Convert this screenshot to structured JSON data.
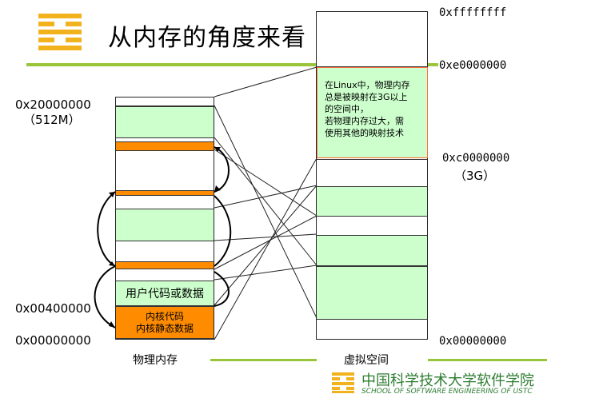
{
  "title": "从内存的角度来看",
  "physical": {
    "label": "物理内存",
    "addr_top": "0x20000000",
    "addr_top_size": "（512M）",
    "addr_mid": "0x00400000",
    "addr_bottom": "0x00000000",
    "user_block_label": "用户代码或数据",
    "kernel_block_line1": "内核代码",
    "kernel_block_line2": "内核静态数据"
  },
  "virtual": {
    "label": "虚拟空间",
    "addr_top": "0xffffffff",
    "addr_e": "0xe0000000",
    "addr_c": "0xc0000000",
    "addr_c_size": "（3G）",
    "addr_bottom": "0x00000000",
    "note": "在Linux中，物理内存\n总是被映射在3G以上\n的空间中，\n若物理内存过大，需\n使用其他的映射技术"
  },
  "footer": {
    "school_cn": "中国科学技术大学软件学院",
    "school_en": "SCHOOL OF SOFTWARE ENGINEERING OF USTC"
  },
  "colors": {
    "accent_green": "#9ac43a",
    "block_green": "#ccffcc",
    "block_orange": "#ff8c00",
    "logo_orange": "#f2b21e"
  }
}
